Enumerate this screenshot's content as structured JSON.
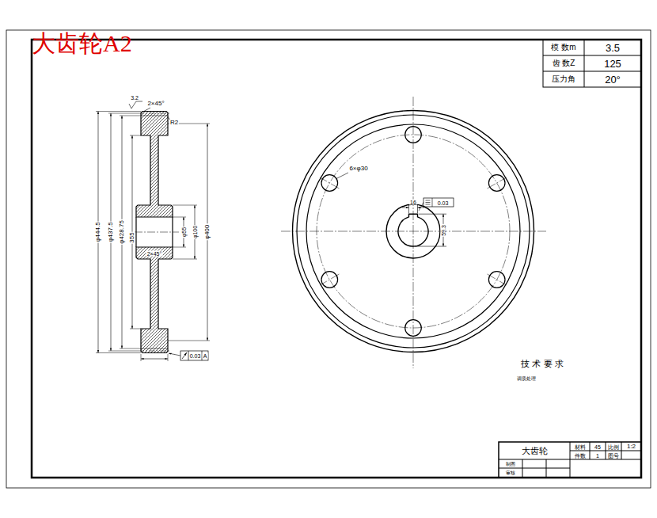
{
  "diagram": {
    "title": "大齿轮A2",
    "labels": [
      "模 数m",
      "3.5",
      "齿 数Z",
      "125",
      "压力角",
      "20°",
      "3.2",
      "2×45°",
      "R2",
      "φ444.5",
      "φ437.5",
      "φ428.75",
      "355",
      "φ400",
      "2×45°",
      "φ100",
      "φ55",
      "0.03",
      "A",
      "6×φ30",
      "16",
      "0.03",
      "59.3",
      "技 术 要 求",
      "调质处理",
      "大齿轮",
      "材料",
      "45",
      "比例",
      "1:2",
      "件数",
      "1",
      "图号",
      "制图",
      "审核"
    ]
  }
}
